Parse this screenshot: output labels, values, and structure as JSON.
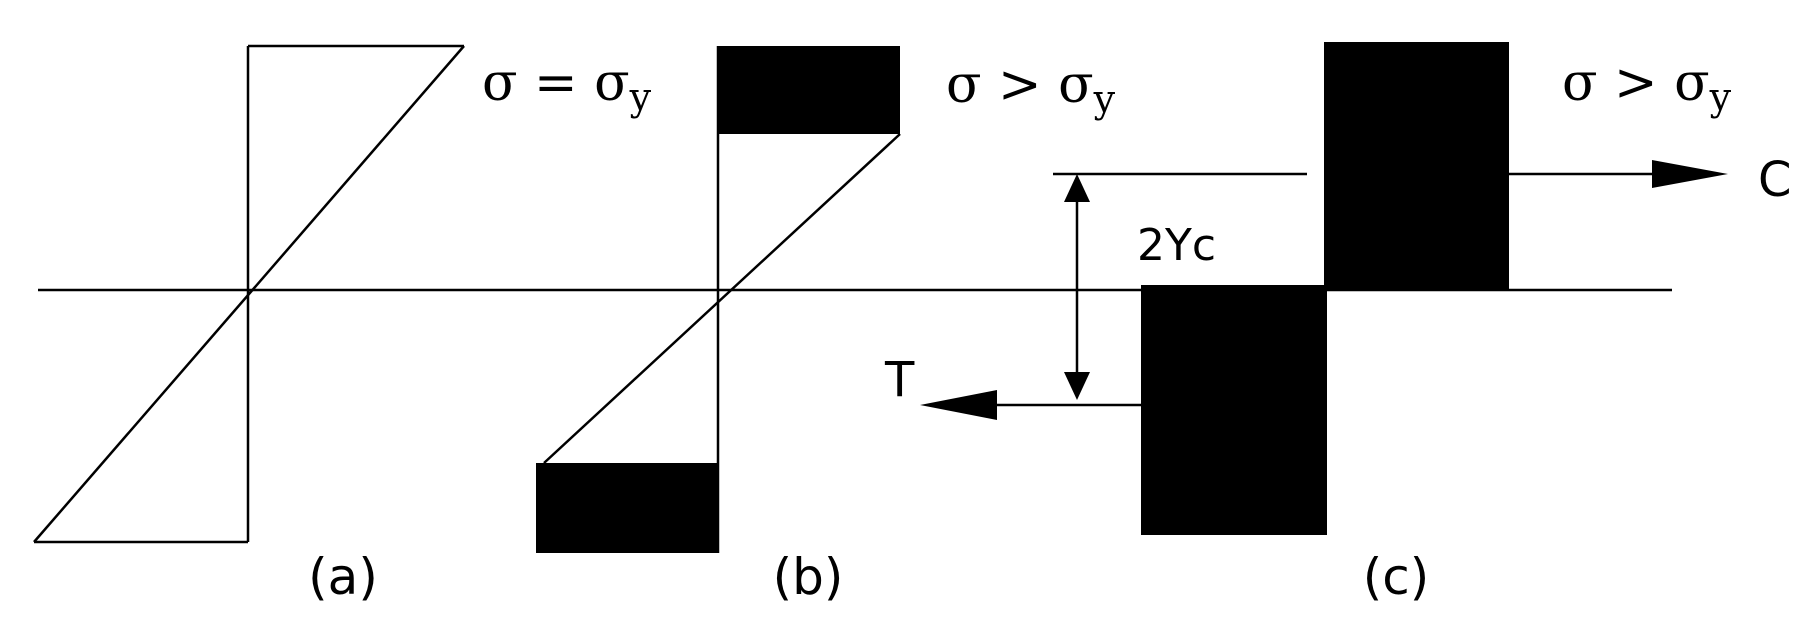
{
  "diagrams": {
    "a": {
      "caption": "(a)",
      "stress_condition": {
        "base": "σ = σ",
        "subscript": "y"
      }
    },
    "b": {
      "caption": "(b)",
      "stress_condition": {
        "base": "σ > σ",
        "subscript": "y"
      }
    },
    "c": {
      "caption": "(c)",
      "stress_condition": {
        "base": "σ > σ",
        "subscript": "y"
      },
      "compression_label": "C",
      "tension_label": "T",
      "lever_arm_label": "2Yc"
    }
  },
  "colors": {
    "ink": "#000000",
    "background": "#ffffff"
  }
}
